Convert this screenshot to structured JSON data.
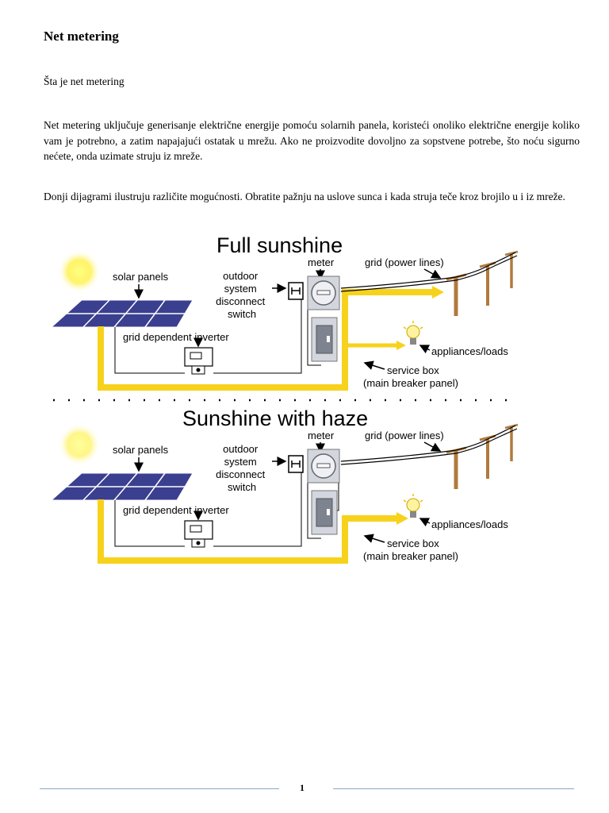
{
  "document": {
    "title": "Net metering",
    "subtitle": "Šta je net metering",
    "paragraph1": "Net metering uključuje generisanje električne energije pomoću solarnih panela, koristeći onoliko električne energije koliko vam je potrebno, a zatim napajajući ostatak u mrežu. Ako ne proizvodite dovoljno za sopstvene potrebe, što noću sigurno nećete, onda uzimate struju iz mreže.",
    "paragraph2": "Donji dijagrami ilustruju različite mogućnosti. Obratite pažnju na uslove sunca i kada struja teče kroz brojilo u i iz mreže.",
    "page_number": "1"
  },
  "diagram": {
    "panel1_title": "Full sunshine",
    "panel2_title": "Sunshine with haze",
    "labels": {
      "solar_panels": "solar panels",
      "outdoor_line1": "outdoor",
      "outdoor_line2": "system",
      "outdoor_line3": "disconnect",
      "outdoor_line4": "switch",
      "meter": "meter",
      "grid": "grid (power lines)",
      "inverter": "grid dependent inverter",
      "appliances": "appliances/loads",
      "service_box": "service box",
      "main_breaker": "(main breaker panel)"
    },
    "colors": {
      "flow": "#f7d21c",
      "panel": "#3b3f8f",
      "sun": "#fff36a",
      "pole": "#b07a3e"
    }
  }
}
